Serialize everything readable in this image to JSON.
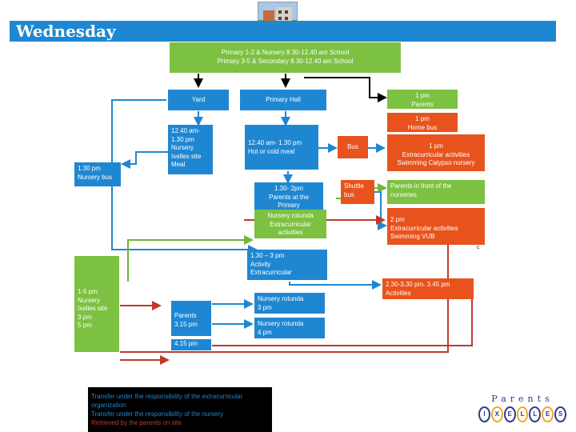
{
  "title": "Wednesday",
  "boxes": {
    "schools": "Primary 1-2 & Nursery 8.30-12.40 am School\nPrimary 3-5 & Secondary 8.30-12.40 am School",
    "yard": "Yard",
    "primary_hall": "Primary Hall",
    "parents_1pm": "1 pm\nParents",
    "home_bus_1pm": "1 pm\nHome bus",
    "nursery_meal": "12.40 am-\n1.30 pm\nNursery\nIxelles site\nMeal",
    "nursery_bus_130": "1.30 pm\nNursery bus",
    "hot_cold_meal": "12.40 am- 1.30 pm\nHot or cold meal",
    "bus": "Bus",
    "calypso": "1 pm\nExtracurricular activities\nSwimming Calypso nursery",
    "parents_primary_hall": "1.30- 2pm\nParents at the Primary\nHall",
    "nursery_rotunda_extra": "Nursery rotunda\nExtracurricular\nactivities",
    "shuttle_bus": "Shuttle\nbus",
    "parents_front_nurseries": "Parents in front of the\nnurseries",
    "vub": "2 pm\nExtracurricular activities\nSwimming VUB",
    "activity_extra": "1.30 – 3 pm\nActivity\nExtracurricular",
    "time_230": "2.30-3.30 pm.  3.45 pm\nActivities",
    "nursery_ixelles_15": "1-5 pm\nNursery\nIxelles site\n3 pm\n5 pm",
    "parents_315": "Parents\n3.15 pm",
    "rotunda_3pm": "Nursery rotunda\n3 pm",
    "rotunda_4pm": "Nursery rotunda\n4 pm",
    "time_415": "4.15 pm"
  },
  "marker_c": "c",
  "legend": [
    {
      "text": "Transfer under the responsibility of the extracurricular organization",
      "color": "#1f87d1"
    },
    {
      "text": "Transfer under the responsibility of the nursery",
      "color": "#1f87d1"
    },
    {
      "text": "Retrieved by the parents on site",
      "color": "#c0392b"
    }
  ],
  "legend_lines": [
    "Transfer under the responsibility of the extracurricular",
    "organization",
    "Transfer under the responsibility of the nursery",
    "Retrieved by the parents on site"
  ],
  "logo": {
    "top": "Parents",
    "letters": [
      "I",
      "X",
      "E",
      "L",
      "L",
      "E",
      "S"
    ]
  },
  "colors": {
    "green": "#7dc142",
    "blue": "#1f87d1",
    "orange": "#e8531d",
    "arrow_black": "#000000",
    "arrow_blue": "#1f87d1",
    "arrow_green": "#6fb53a",
    "arrow_red": "#c0392b"
  }
}
